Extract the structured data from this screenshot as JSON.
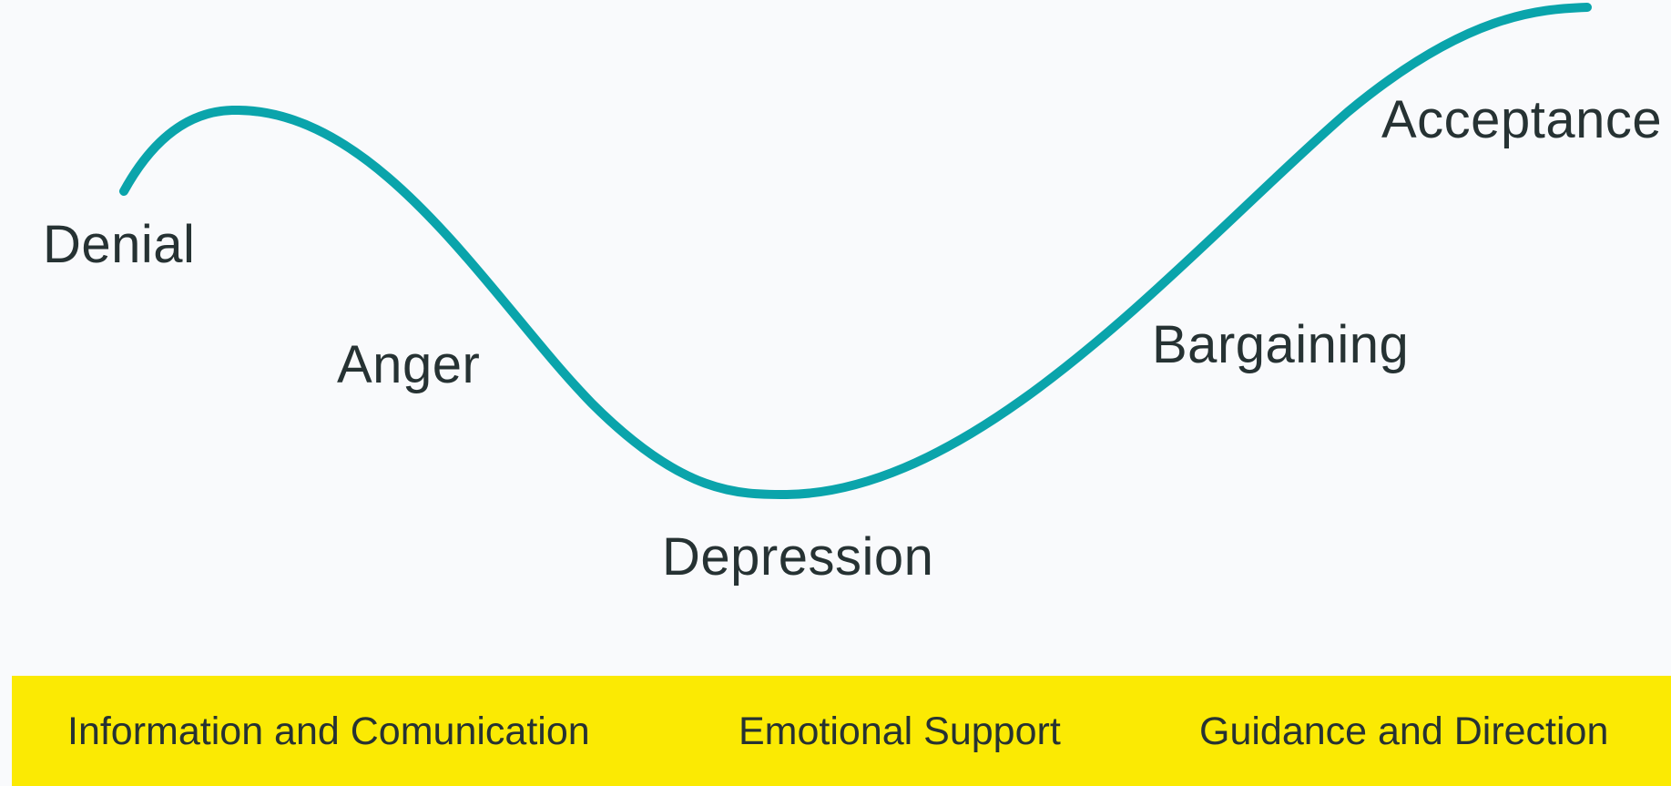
{
  "colors": {
    "background": "#f9fafc",
    "curve": "#0aa4ab",
    "text": "#263233",
    "band": "#fbea03"
  },
  "stages": {
    "denial": "Denial",
    "anger": "Anger",
    "depression": "Depression",
    "bargaining": "Bargaining",
    "acceptance": "Acceptance"
  },
  "support": {
    "information": "Information and Comunication",
    "emotional": "Emotional Support",
    "guidance": "Guidance and Direction"
  }
}
